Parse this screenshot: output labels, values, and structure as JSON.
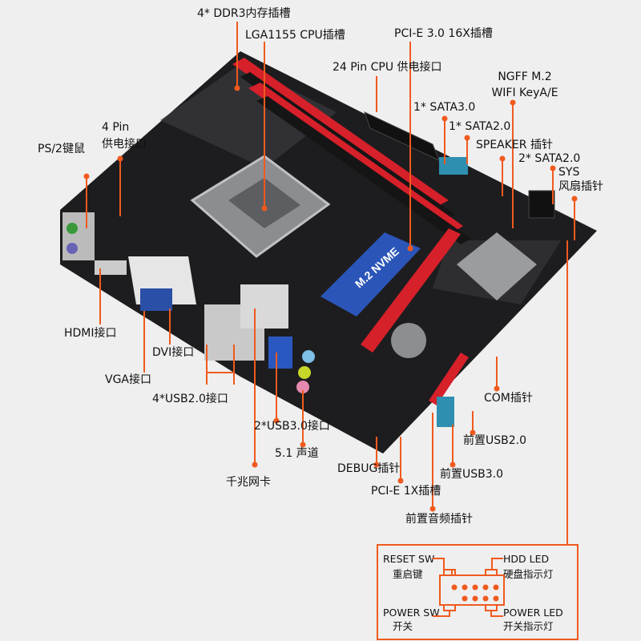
{
  "accent_color": "#f05a1e",
  "labels": {
    "ddr3": "4* DDR3内存插槽",
    "lga": "LGA1155 CPU插槽",
    "pcie16": "PCI-E 3.0 16X插槽",
    "cpu24": "24 Pin CPU 供电接口",
    "ngff1": "NGFF M.2",
    "ngff2": "WIFI KeyA/E",
    "sata3": "1* SATA3.0",
    "sata2": "1* SATA2.0",
    "speaker": "SPEAKER 插针",
    "sata2x2": "2* SATA2.0",
    "sys1": "SYS",
    "sys2": "风扇插针",
    "pin4a": "4 Pin",
    "pin4b": "供电接口",
    "ps2": "PS/2键鼠",
    "hdmi": "HDMI接口",
    "dvi": "DVI接口",
    "vga": "VGA接口",
    "usb2": "4*USB2.0接口",
    "usb3": "2*USB3.0接口",
    "audio": "5.1 声道",
    "lan": "千兆网卡",
    "debug": "DEBUG插针",
    "pcie1": "PCI-E 1X插槽",
    "front_audio": "前置音频插针",
    "com": "COM插针",
    "front_usb2": "前置USB2.0",
    "front_usb3": "前置USB3.0"
  },
  "board_text": {
    "m2": "M.2 NVME"
  },
  "panel": {
    "reset_en": "RESET SW",
    "reset_cn": "重启键",
    "hdd_en": "HDD  LED",
    "hdd_cn": "硬盘指示灯",
    "power_sw_en": "POWER SW",
    "power_sw_cn": "开关",
    "power_led_en": "POWER LED",
    "power_led_cn": "开关指示灯"
  }
}
